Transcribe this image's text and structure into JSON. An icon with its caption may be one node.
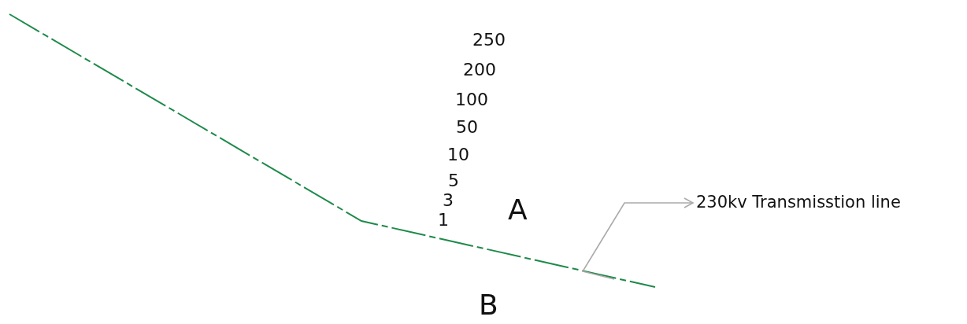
{
  "diagram": {
    "nodes": [
      {
        "text": [
          "230kv Transmisstion line"
        ]
      },
      {
        "text": [],
        "shape": "line"
      }
    ],
    "edges": [
      {
        "from": 1,
        "to": 0,
        "arrow": "to"
      }
    ],
    "labels": [
      "250",
      "200",
      "100",
      "50",
      "10",
      "5",
      "3",
      "1",
      "A",
      "B"
    ]
  }
}
